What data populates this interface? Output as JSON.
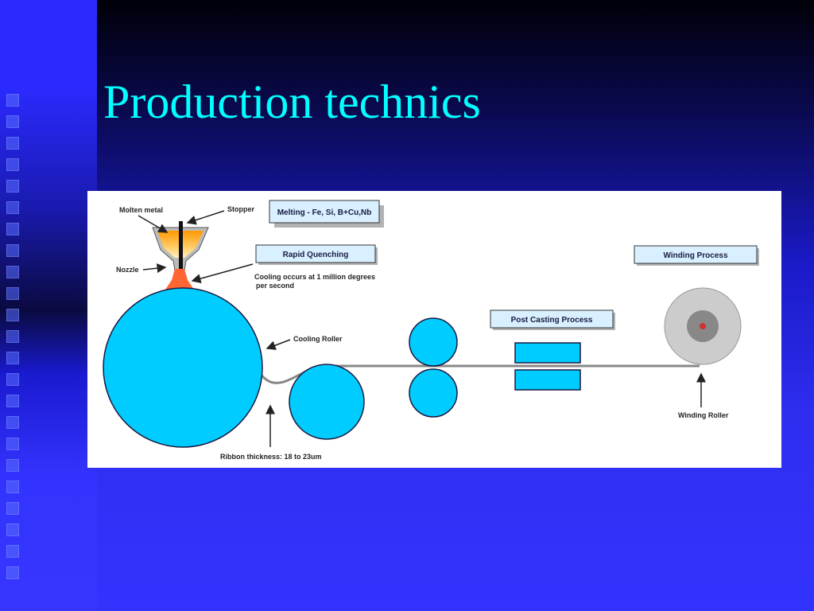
{
  "slide": {
    "title": "Production technics"
  },
  "diagram": {
    "labels": {
      "molten_metal": "Molten metal",
      "stopper": "Stopper",
      "nozzle": "Nozzle",
      "cooling_line1": "Cooling occurs at 1 million degrees",
      "cooling_line2": "per second",
      "cooling_roller": "Cooling Roller",
      "ribbon_thickness": "Ribbon thickness: 18 to 23um",
      "winding_roller": "Winding Roller"
    },
    "boxes": {
      "melting": "Melting - Fe, Si, B+Cu,Nb",
      "rapid_quenching": "Rapid Quenching",
      "post_casting": "Post Casting  Process",
      "winding_process": "Winding Process"
    },
    "colors": {
      "roller": "#00ccff",
      "roller_stroke": "#1a1a40",
      "ribbon": "#888888",
      "label_box": "#d8f0ff",
      "molten": "#ff6633",
      "crucible_top": "#ff9900",
      "winding_outer": "#cccccc",
      "winding_inner": "#888888",
      "winding_core": "#cc3333"
    }
  }
}
